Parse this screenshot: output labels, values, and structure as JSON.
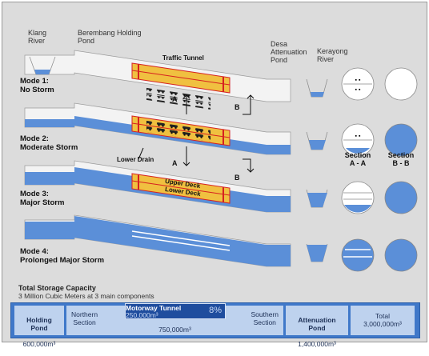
{
  "labels": {
    "klang_river": "Klang\nRiver",
    "berembang_pond": "Berembang Holding Pond",
    "desa_pond": "Desa\nAttenuation\nPond",
    "kerayong_river": "Kerayong\nRiver",
    "traffic_tunnel": "Traffic Tunnel",
    "lower_drain": "Lower Drain",
    "upper_deck": "Upper Deck",
    "lower_deck": "Lower Deck",
    "arrow_a": "A",
    "arrow_b": "B"
  },
  "modes": [
    {
      "title": "Mode 1:",
      "subtitle": "No Storm"
    },
    {
      "title": "Mode 2:",
      "subtitle": "Moderate Storm"
    },
    {
      "title": "Mode 3:",
      "subtitle": "Major Storm"
    },
    {
      "title": "Mode 4:",
      "subtitle": "Prolonged Major Storm"
    }
  ],
  "sections": {
    "aa": "Section\nA - A",
    "bb": "Section\nB - B"
  },
  "totals": {
    "title": "Total Storage Capacity",
    "subtitle": "3 Million Cubic Meters at 3 main components",
    "holding_pond": "Holding\nPond",
    "holding_value": "600,000m³",
    "northern": "Northern\nSection",
    "tunnel_title": "Motorway Tunnel",
    "tunnel_value": "250,000m³",
    "tunnel_pct": "8%",
    "tunnel_total": "750,000m³",
    "southern": "Southern\nSection",
    "attenuation_pond": "Attenuation\nPond",
    "attenuation_value": "1,400,000m³",
    "total_label": "Total",
    "total_value": "3,000,000m³"
  },
  "colors": {
    "water": "#5b8fd8",
    "deck": "#f0c040",
    "stripe": "#d62020",
    "structure": "#f3f3f3"
  }
}
